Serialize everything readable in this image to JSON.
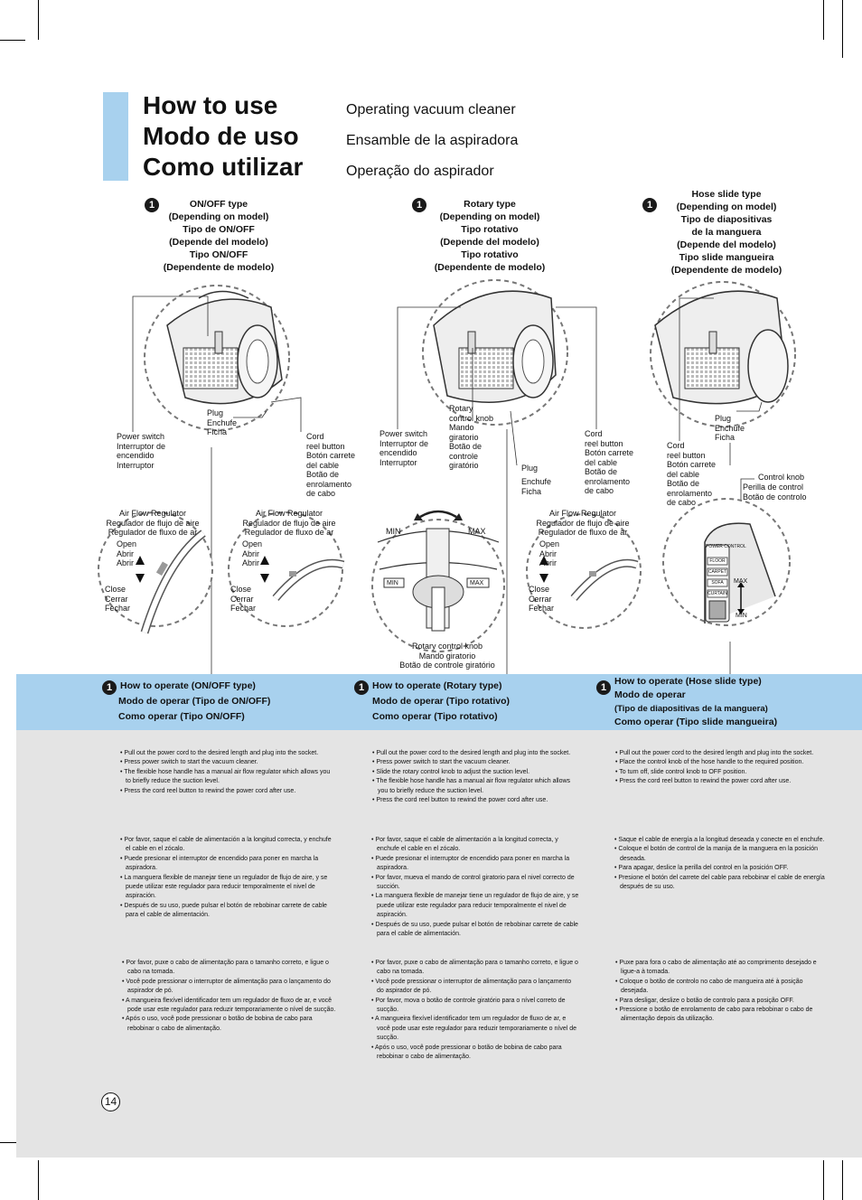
{
  "header": {
    "titles": [
      "How to use",
      "Modo de uso",
      "Como utilizar"
    ],
    "subtitles": [
      "Operating vacuum cleaner",
      "Ensamble de la aspiradora",
      "Operação do aspirador"
    ]
  },
  "step_badge": "1",
  "page_number": "14",
  "columns": {
    "onoff": {
      "head": [
        "ON/OFF type",
        "(Depending on model)",
        "Tipo de ON/OFF",
        "(Depende del modelo)",
        "Tipo ON/OFF",
        "(Dependente de modelo)"
      ],
      "plug": [
        "Plug",
        "Enchufe",
        "Ficha"
      ],
      "power_switch": [
        "Power switch",
        "Interruptor de",
        "encendido",
        "Interruptor"
      ],
      "cord": [
        "Cord",
        "reel button",
        "Botón carrete",
        "del cable",
        "Botão de",
        "enrolamento",
        "de cabo"
      ],
      "air_flow": [
        "Air Flow Regulator",
        "Regulador de flujo de aire",
        "Regulador de fluxo de ar"
      ],
      "open": [
        "Open",
        "Abrir",
        "Abrir"
      ],
      "close": [
        "Close",
        "Cerrar",
        "Fechar"
      ],
      "op_head": [
        "How to operate (ON/OFF type)",
        "Modo de operar (Tipo de ON/OFF)",
        "Como operar (Tipo ON/OFF)"
      ],
      "en": [
        "• Pull out the power cord to the desired length and plug into the socket.",
        "• Press power switch to start the vacuum cleaner.",
        "• The flexible hose handle has a manual air flow regulator which allows you to briefly reduce the suction level.",
        "• Press the cord reel button to rewind the power cord after use."
      ],
      "es": [
        "• Por favor, saque el cable de alimentación a la longitud correcta, y enchufe el cable en el zócalo.",
        "• Puede presionar el interruptor de encendido para poner en marcha la aspiradora.",
        "• La manguera flexible de manejar tiene un regulador de flujo de aire, y se puede utilizar este regulador para reducir temporalmente el nivel de aspiración.",
        "• Después de su uso, puede pulsar el botón de rebobinar carrete de cable para el cable de alimentación."
      ],
      "pt": [
        "• Por favor, puxe o cabo de alimentação para o tamanho correto, e ligue o cabo na tomada.",
        "• Você pode pressionar o interruptor de alimentação para o lançamento do aspirador de pó.",
        "• A mangueira flexível identificador tem um regulador de fluxo de ar, e você pode usar este regulador para reduzir temporariamente o nível de sucção.",
        "• Após o uso, você pode pressionar o botão de bobina de cabo para rebobinar o cabo   de alimentação."
      ]
    },
    "rotary": {
      "head": [
        "Rotary type",
        "(Depending on model)",
        "Tipo rotativo",
        "(Depende del modelo)",
        "Tipo rotativo",
        "(Dependente de modelo)"
      ],
      "knob": [
        "Rotary",
        "control knob",
        "Mando",
        "giratorio",
        "Botão de",
        "controle",
        "giratório"
      ],
      "power_switch": [
        "Power switch",
        "Interruptor de",
        "encendido",
        "Interruptor"
      ],
      "plug": [
        "Plug",
        "Enchufe",
        "Ficha"
      ],
      "cord": [
        "Cord",
        "reel button",
        "Botón carrete",
        "del cable",
        "Botão de",
        "enrolamento",
        "de cabo"
      ],
      "min": "MIN",
      "max": "MAX",
      "knob_caption": [
        "Rotary control knob",
        "Mando giratorio",
        "Botão de controle giratório"
      ],
      "air_flow": [
        "Air Flow Regulator",
        "Regulador de flujo de aire",
        "Regulador de fluxo de ar"
      ],
      "open": [
        "Open",
        "Abrir",
        "Abrir"
      ],
      "close": [
        "Close",
        "Cerrar",
        "Fechar"
      ],
      "op_head": [
        "How to operate (Rotary type)",
        "Modo de operar (Tipo rotativo)",
        "Como operar (Tipo rotativo)"
      ],
      "en": [
        "•  Pull out the power cord to the desired length and plug into the socket.",
        "• Press power switch to start the vacuum cleaner.",
        "• Slide the rotary control knob to adjust the suction level.",
        "• The flexible hose handle has a manual air flow regulator which allows you to briefly reduce the suction level.",
        "• Press the cord reel button to rewind the power cord after use."
      ],
      "es": [
        "• Por favor, saque el cable de alimentación a la longitud correcta, y enchufe el cable en el zócalo.",
        "• Puede presionar el interruptor de encendido para poner en marcha la aspiradora.",
        "• Por favor, mueva el mando de control giratorio para el nivel correcto de succión.",
        "• La manguera flexible de manejar tiene un regulador de flujo de aire, y se puede utilizar este regulador para reducir temporalmente el nivel de aspiración.",
        "• Después de su uso, puede pulsar el botón de rebobinar carrete de cable para el cable de alimentación."
      ],
      "pt": [
        "• Por favor, puxe o cabo de alimentação para o tamanho correto, e ligue o cabo na tomada.",
        "• Você pode pressionar o interruptor de alimentação para o lançamento do aspirador de pó.",
        "• Por favor, mova o botão de controle giratório para o nível correto de sucção.",
        "• A mangueira flexível identificador tem um  regulador de fluxo de ar, e você pode usar este regulador para reduzir temporariamente o nível de sucção.",
        "• Após o uso, você pode pressionar o botão de bobina de cabo para rebobinar o cabo de alimentação."
      ]
    },
    "hose": {
      "head": [
        "Hose slide  type",
        "(Depending on model)",
        "Tipo de diapositivas",
        "de la manguera",
        "(Depende del modelo)",
        "Tipo slide mangueira",
        "(Dependente de modelo)"
      ],
      "plug": [
        "Plug",
        "Enchufe",
        "Ficha"
      ],
      "cord": [
        "Cord",
        "reel button",
        "Botón carrete",
        "del cable",
        "Botão de",
        "enrolamento",
        "de cabo"
      ],
      "control_knob": [
        "Control  knob",
        "Perilla de control",
        "Botão de controlo"
      ],
      "handle_labels": [
        "POWER CONTROL",
        "FLOOR",
        "CARPET",
        "SOFA",
        "CURTAIN",
        "MAX",
        "MIN"
      ],
      "op_head": [
        "How to operate (Hose slide type)",
        "Modo de operar",
        "(Tipo de diapositivas de la manguera)",
        "Como operar (Tipo slide mangueira)"
      ],
      "en": [
        "• Pull out the power cord to the desired length and plug into the socket.",
        "• Place the control knob of the hose handle to the required position.",
        "• To turn off, slide control knob to OFF position.",
        "• Press the cord reel button to rewind the power cord after use."
      ],
      "es": [
        "• Saque el cable de energía a la longitud deseada y conecte en el enchufe.",
        "• Coloque el botón de control de la manija de la manguera en la posición deseada.",
        "• Para apagar, deslice la perilla del control en la posición OFF.",
        "• Presione el botón del carrete del cable para rebobinar el cable de energía después de su uso."
      ],
      "pt": [
        "• Puxe para fora o cabo de alimentação até ao comprimento desejado e ligue-a à tomada.",
        "• Coloque o botão de controlo no cabo de mangueira até à posição desejada.",
        "• Para desligar, deslize o botão de controlo para a posição OFF.",
        "• Pressione o botão de enrolamento de cabo para rebobinar o cabo de alimentação depois da utilização."
      ]
    }
  }
}
